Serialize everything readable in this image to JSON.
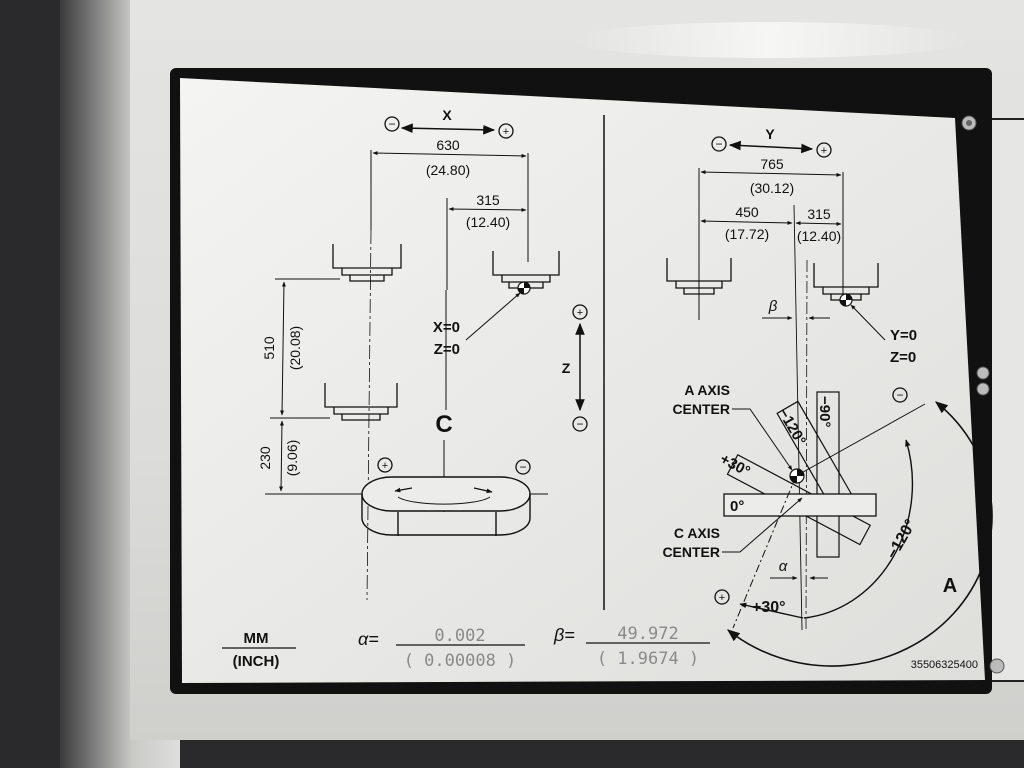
{
  "diagram": {
    "left": {
      "x_axis_label": "X",
      "x_minus": "−",
      "x_plus": "+",
      "dim_630": "630",
      "dim_630_in": "(24.80)",
      "dim_315": "315",
      "dim_315_in": "(12.40)",
      "dim_510": "510",
      "dim_510_in": "(20.08)",
      "dim_230": "230",
      "dim_230_in": "(9.06)",
      "home_x": "X=0",
      "home_z": "Z=0",
      "c_label": "C",
      "c_plus": "+",
      "c_minus": "−"
    },
    "z_axis": {
      "label": "Z",
      "plus": "+",
      "minus": "−"
    },
    "right": {
      "y_axis_label": "Y",
      "y_minus": "−",
      "y_plus": "+",
      "dim_765": "765",
      "dim_765_in": "(30.12)",
      "dim_450": "450",
      "dim_450_in": "(17.72)",
      "dim_315": "315",
      "dim_315_in": "(12.40)",
      "beta": "β",
      "alpha": "α",
      "home_y": "Y=0",
      "home_z": "Z=0",
      "a_axis_center_1": "A AXIS",
      "a_axis_center_2": "CENTER",
      "c_axis_center_1": "C AXIS",
      "c_axis_center_2": "CENTER",
      "angle_m120": "−120°",
      "angle_m90": "−90°",
      "angle_p30": "+30°",
      "angle_0": "0°",
      "arc_m120": "−120°",
      "arc_p30": "+30°",
      "a_label": "A",
      "a_minus": "−",
      "a_plus": "+"
    },
    "footer": {
      "mm": "MM",
      "inch": "(INCH)",
      "alpha_eq": "α=",
      "alpha_mm": "0.002",
      "alpha_in": "( 0.00008 )",
      "beta_eq": "β=",
      "beta_mm": "49.972",
      "beta_in": "( 1.9674 )",
      "part_number": "35506325400"
    }
  }
}
